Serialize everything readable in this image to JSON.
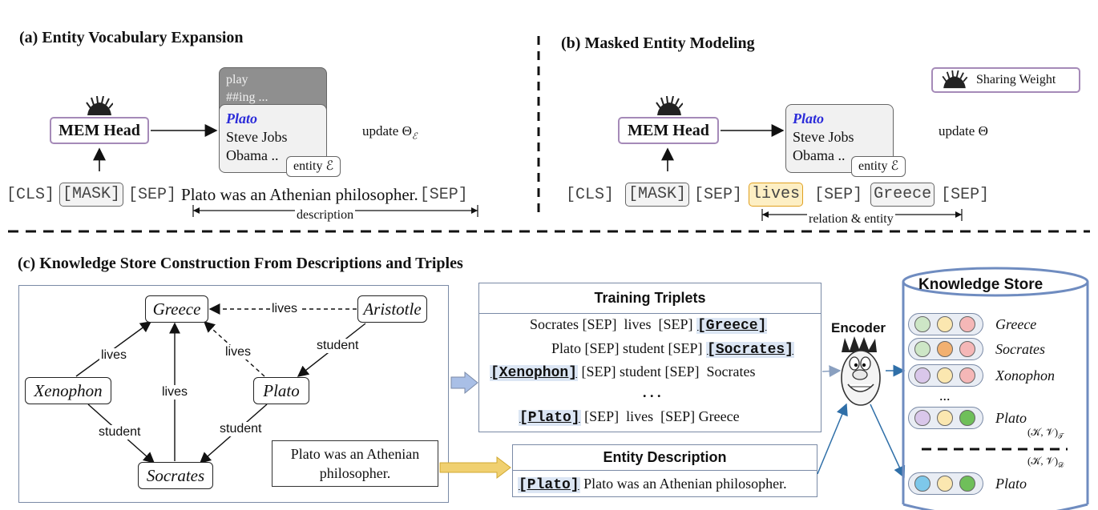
{
  "panel_a": {
    "title": "(a) Entity Vocabulary Expansion",
    "mem_head": "MEM Head",
    "vocab_back": [
      "play",
      "##ing ..."
    ],
    "vocab_front_first": "Plato",
    "vocab_front_rest": [
      "Steve Jobs",
      "Obama .."
    ],
    "entity_tag": "entity ℰ",
    "update": "update Θ",
    "update_sub": "ℰ",
    "tokens": [
      "[CLS]",
      "[MASK]",
      "[SEP]"
    ],
    "sentence": "Plato was an Athenian philosopher.",
    "end_token": "[SEP]",
    "span_label": "description"
  },
  "panel_b": {
    "title": "(b) Masked Entity Modeling",
    "sharing_weight": "Sharing Weight",
    "mem_head": "MEM Head",
    "vocab_front_first": "Plato",
    "vocab_front_rest": [
      "Steve Jobs",
      "Obama .."
    ],
    "entity_tag": "entity ℰ",
    "update": "update Θ",
    "tokens": [
      "[CLS]",
      "[MASK]",
      "[SEP]",
      "lives",
      "[SEP]",
      "Greece",
      "[SEP]"
    ],
    "span_label": "relation & entity"
  },
  "panel_c": {
    "title": "(c) Knowledge Store Construction From Descriptions and Triples",
    "graph": {
      "nodes": [
        "Greece",
        "Aristotle",
        "Xenophon",
        "Plato",
        "Socrates"
      ],
      "edge_labels": [
        "lives",
        "lives",
        "lives",
        "student",
        "lives",
        "student",
        "student"
      ]
    },
    "description_box": [
      "Plato was an Athenian",
      "philosopher."
    ],
    "training_triplets": {
      "header": "Training Triplets",
      "rows": [
        {
          "pre": "Socrates [SEP]  lives  [SEP] ",
          "ent": "[Greece]",
          "post": ""
        },
        {
          "pre": "Plato [SEP] student [SEP] ",
          "ent": "[Socrates]",
          "post": ""
        },
        {
          "pre": "",
          "ent": "[Xenophon]",
          "post": " [SEP] student [SEP]  Socrates"
        },
        {
          "pre": ". . .",
          "ent": "",
          "post": ""
        },
        {
          "pre": "",
          "ent": "[Plato]",
          "post": " [SEP]  lives  [SEP] Greece"
        }
      ]
    },
    "entity_description": {
      "header": "Entity Description",
      "ent": "[Plato]",
      "text": " Plato was an Athenian philosopher."
    },
    "encoder_label": "Encoder",
    "knowledge_store": {
      "title": "Knowledge Store",
      "entries": [
        "Greece",
        "Socrates",
        "Xonophon",
        "...",
        "Plato",
        "Plato"
      ],
      "kv_t": "(𝒦, 𝒱)",
      "kv_t_sub": "𝒯",
      "kv_d": "(𝒦, 𝒱)",
      "kv_d_sub": "𝒟"
    }
  },
  "colors": {
    "mem_border": "#a58ab8",
    "highlight_blue": "#2b2bd9",
    "lives_fill": "#fdefc4",
    "entity_fill": "#dce6f4",
    "panel_border": "#7a8aa6",
    "arrow_blue": "#2f6fa8",
    "arrow_gold": "#f0d070",
    "arrow_periwinkle": "#a9bfe6"
  },
  "icons": [
    "hedgehog-icon",
    "bert-encoder-icon"
  ]
}
